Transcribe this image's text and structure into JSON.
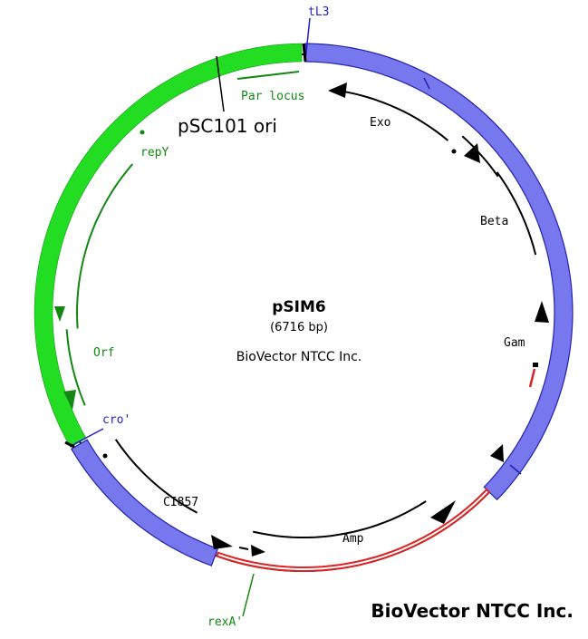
{
  "plasmid": {
    "name": "pSIM6",
    "size": "(6716 bp)",
    "company": "BioVector NTCC Inc."
  },
  "watermark": "BioVector NTCC Inc.",
  "features": {
    "tL3": "tL3",
    "par_locus": "Par  locus",
    "psc101_ori": "pSC101 ori",
    "repY": "repY",
    "orf": "Orf",
    "cro": "cro'",
    "ci857": "CI857",
    "rexA": "rexA'",
    "amp": "Amp",
    "gam": "Gam",
    "beta": "Beta",
    "exo": "Exo"
  },
  "colors": {
    "backbone": "#000000",
    "ori_region": "#22dd22",
    "lambda_region": "#7777ee",
    "lambda_outline": "#2222aa",
    "amp_region": "#dd2222",
    "green_label": "#118811",
    "blue_label": "#2222cc",
    "black_label": "#000000"
  }
}
